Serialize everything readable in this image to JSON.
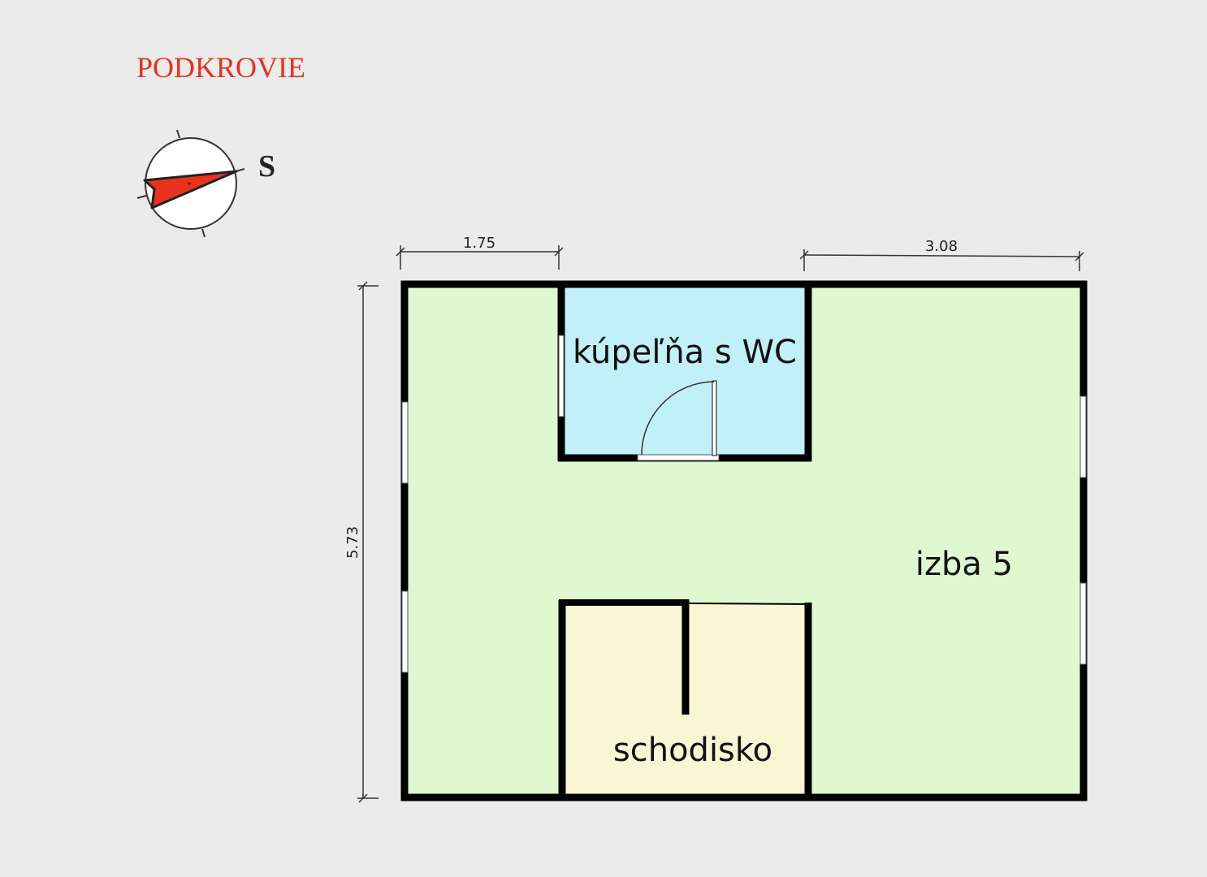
{
  "title": "PODKROVIE",
  "compass": {
    "letter": "S",
    "needle_color": "#e8321e"
  },
  "dimensions": {
    "top_left": "1.75",
    "top_right": "3.08",
    "left": "5.73"
  },
  "rooms": {
    "bathroom": "kúpeľňa s WC",
    "room": "izba 5",
    "stairs": "schodisko"
  },
  "colors": {
    "background": "#ebebeb",
    "room_fill": "#dff8d0",
    "bathroom_fill": "#c2f0f8",
    "stairs_fill": "#f8f6d3",
    "title": "#e2331f"
  }
}
